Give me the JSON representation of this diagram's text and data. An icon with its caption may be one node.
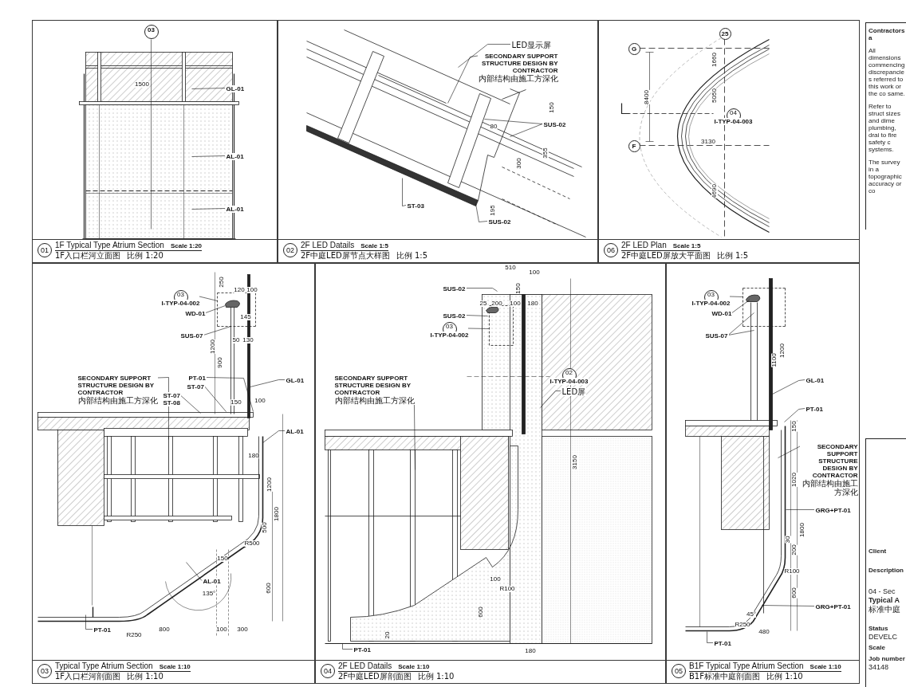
{
  "diagram": {
    "nodes": [
      {
        "text": [
          "01",
          "1F Typical Type Atrium Section",
          "Scale 1:20",
          "1F入口栏河立面图",
          "比例 1:20"
        ]
      },
      {
        "text": [
          "02",
          "2F LED Datails",
          "Scale 1:5",
          "2F中庭LED屏节点大样图",
          "比例 1:5"
        ]
      },
      {
        "text": [
          "06",
          "2F LED Plan",
          "Scale 1:5",
          "2F中庭LED屏放大平面图",
          "比例 1:5"
        ]
      },
      {
        "text": [
          "03",
          "Typical Type Atrium Section",
          "Scale 1:10",
          "1F入口栏河剖面图",
          "比例 1:10"
        ]
      },
      {
        "text": [
          "04",
          "2F LED Datails",
          "Scale 1:10",
          "2F中庭LED屏剖面图",
          "比例 1:10"
        ]
      },
      {
        "text": [
          "05",
          "B1F Typical Type Atrium Section",
          "Scale 1:10",
          "B1F标准中庭剖面图",
          "比例 1:10"
        ]
      },
      {
        "text": [
          "Contractors a",
          "All dimensions commencing discrepancies referred to this work or the co same.",
          "Refer to struct sizes and dime plumbing, drai to fire safety c systems.",
          "The survey in a topographic accuracy or co"
        ]
      },
      {
        "text": [
          "Client",
          "Description",
          "04 - Sec",
          "Typical A",
          "标准中庭",
          "Status",
          "DEVELC",
          "Scale",
          "Job number",
          "34148"
        ]
      },
      {
        "text": [
          "03"
        ],
        "in": 0
      },
      {
        "text": [
          "GL-01"
        ],
        "in": 0
      },
      {
        "text": [
          "AL-01"
        ],
        "in": 0
      },
      {
        "text": [
          "AL-01"
        ],
        "in": 0
      },
      {
        "text": [
          "LED显示屏"
        ],
        "in": 1
      },
      {
        "text": [
          "SECONDARY SUPPORT STRUCTURE DESIGN BY CONTRACTOR",
          "内部结构由施工方深化"
        ],
        "in": 1
      },
      {
        "text": [
          "SUS-02"
        ],
        "in": 1
      },
      {
        "text": [
          "ST-03"
        ],
        "in": 1
      },
      {
        "text": [
          "SUS-02"
        ],
        "in": 1
      },
      {
        "text": [
          "G"
        ],
        "in": 2
      },
      {
        "text": [
          "25"
        ],
        "in": 2
      },
      {
        "text": [
          "F"
        ],
        "in": 2
      },
      {
        "text": [
          "04",
          "I-TYP-04-003"
        ],
        "in": 2
      },
      {
        "text": [
          "03",
          "I-TYP-04-002"
        ],
        "in": 3
      },
      {
        "text": [
          "WD-01"
        ],
        "in": 3
      },
      {
        "text": [
          "SUS-07"
        ],
        "in": 3
      },
      {
        "text": [
          "SECONDARY SUPPORT STRUCTURE DESIGN BY CONTRACTOR",
          "内部结构由施工方深化"
        ],
        "in": 3
      },
      {
        "text": [
          "PT-01"
        ],
        "in": 3
      },
      {
        "text": [
          "ST-07"
        ],
        "in": 3
      },
      {
        "text": [
          "ST-07",
          "ST-08"
        ],
        "in": 3
      },
      {
        "text": [
          "GL-01"
        ],
        "in": 3
      },
      {
        "text": [
          "AL-01"
        ],
        "in": 3
      },
      {
        "text": [
          "AL-01"
        ],
        "in": 3
      },
      {
        "text": [
          "PT-01"
        ],
        "in": 3
      },
      {
        "text": [
          "SUS-02"
        ],
        "in": 4
      },
      {
        "text": [
          "SUS-02"
        ],
        "in": 4
      },
      {
        "text": [
          "03",
          "I-TYP-04-002"
        ],
        "in": 4
      },
      {
        "text": [
          "SECONDARY SUPPORT STRUCTURE DESIGN BY CONTRACTOR",
          "内部结构由施工方深化"
        ],
        "in": 4
      },
      {
        "text": [
          "02",
          "I-TYP-04-003"
        ],
        "in": 4
      },
      {
        "text": [
          "LED屏"
        ],
        "in": 4
      },
      {
        "text": [
          "PT-01"
        ],
        "in": 4
      },
      {
        "text": [
          "03",
          "I-TYP-04-002"
        ],
        "in": 5
      },
      {
        "text": [
          "WD-01"
        ],
        "in": 5
      },
      {
        "text": [
          "SUS-07"
        ],
        "in": 5
      },
      {
        "text": [
          "GL-01"
        ],
        "in": 5
      },
      {
        "text": [
          "PT-01"
        ],
        "in": 5
      },
      {
        "text": [
          "SECONDARY SUPPORT STRUCTURE DESIGN BY CONTRACTOR",
          "内部结构由施工方深化"
        ],
        "in": 5
      },
      {
        "text": [
          "GRG+PT-01"
        ],
        "in": 5
      },
      {
        "text": [
          "GRG+PT-01"
        ],
        "in": 5
      },
      {
        "text": [
          "PT-01"
        ],
        "in": 5
      }
    ],
    "edges": [
      {
        "from": 9,
        "to": null,
        "arrow": "none"
      },
      {
        "from": 10,
        "to": null,
        "arrow": "none"
      },
      {
        "from": 11,
        "to": null,
        "arrow": "none"
      },
      {
        "from": 12,
        "to": null,
        "arrow": "none"
      },
      {
        "from": 13,
        "to": null,
        "arrow": "none"
      },
      {
        "from": 14,
        "to": null,
        "arrow": "none"
      },
      {
        "from": 14,
        "to": null,
        "arrow": "none"
      },
      {
        "from": 15,
        "to": null,
        "arrow": "none"
      },
      {
        "from": 16,
        "to": null,
        "arrow": "none"
      },
      {
        "from": 21,
        "to": null,
        "arrow": "none"
      },
      {
        "from": 22,
        "to": null,
        "arrow": "none"
      },
      {
        "from": 23,
        "to": null,
        "arrow": "none"
      },
      {
        "from": 24,
        "to": null,
        "arrow": "none"
      },
      {
        "from": 25,
        "to": null,
        "arrow": "none"
      },
      {
        "from": 26,
        "to": null,
        "arrow": "none"
      },
      {
        "from": 27,
        "to": null,
        "arrow": "none"
      },
      {
        "from": 28,
        "to": null,
        "arrow": "none"
      },
      {
        "from": 29,
        "to": null,
        "arrow": "none"
      },
      {
        "from": 30,
        "to": null,
        "arrow": "none"
      },
      {
        "from": 31,
        "to": null,
        "arrow": "none"
      },
      {
        "from": 32,
        "to": null,
        "arrow": "none"
      },
      {
        "from": 33,
        "to": null,
        "arrow": "none"
      },
      {
        "from": 34,
        "to": null,
        "arrow": "none"
      },
      {
        "from": 35,
        "to": null,
        "arrow": "none"
      },
      {
        "from": 37,
        "to": null,
        "arrow": "none"
      },
      {
        "from": 38,
        "to": null,
        "arrow": "none"
      },
      {
        "from": 39,
        "to": null,
        "arrow": "none"
      },
      {
        "from": 40,
        "to": null,
        "arrow": "none"
      },
      {
        "from": 41,
        "to": null,
        "arrow": "none"
      },
      {
        "from": 41,
        "to": null,
        "arrow": "none"
      },
      {
        "from": 42,
        "to": null,
        "arrow": "none"
      },
      {
        "from": 43,
        "to": null,
        "arrow": "none"
      },
      {
        "from": 44,
        "to": null,
        "arrow": "none"
      },
      {
        "from": 45,
        "to": null,
        "arrow": "none"
      },
      {
        "from": 46,
        "to": null,
        "arrow": "none"
      },
      {
        "from": 47,
        "to": null,
        "arrow": "none"
      }
    ],
    "labels": [
      "1500",
      "150",
      "80",
      "300",
      "355",
      "195",
      "1660",
      "8400",
      "5050",
      "3130",
      "4690",
      "250",
      "120",
      "100",
      "145",
      "50",
      "130",
      "1200",
      "900",
      "150",
      "100",
      "180",
      "1200",
      "1800",
      "500",
      "R500",
      "150",
      "600",
      "135°",
      "R250",
      "800",
      "100",
      "300",
      "510",
      "100",
      "150",
      "25",
      "200",
      "100",
      "180",
      "3150",
      "100",
      "R100",
      "600",
      "20",
      "180",
      "1100",
      "1200",
      "150",
      "1020",
      "1800",
      "200",
      "30",
      "R100",
      "600",
      "45°",
      "R250",
      "480"
    ]
  }
}
